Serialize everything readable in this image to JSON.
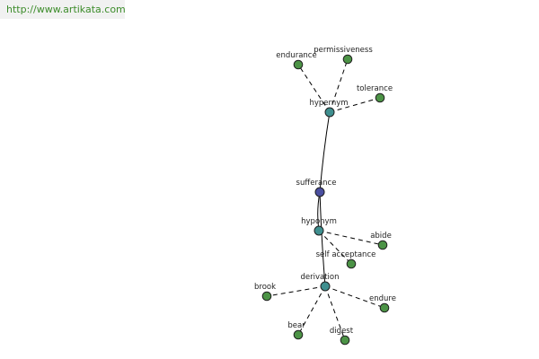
{
  "header": {
    "url": "http://www.artikata.com"
  },
  "colors": {
    "center_node": "#4a4fa0",
    "relation_node": "#3f8f8f",
    "word_node": "#4c9346"
  },
  "graph": {
    "nodes": [
      {
        "id": "sufferance",
        "label": "sufferance",
        "kind": "center"
      },
      {
        "id": "hypernym",
        "label": "hypernym",
        "kind": "relation"
      },
      {
        "id": "hyponym",
        "label": "hyponym",
        "kind": "relation"
      },
      {
        "id": "derivation",
        "label": "derivation",
        "kind": "relation"
      },
      {
        "id": "endurance",
        "label": "endurance",
        "kind": "word"
      },
      {
        "id": "permissiveness",
        "label": "permissiveness",
        "kind": "word"
      },
      {
        "id": "tolerance",
        "label": "tolerance",
        "kind": "word"
      },
      {
        "id": "abide",
        "label": "abide",
        "kind": "word"
      },
      {
        "id": "self-acceptance",
        "label": "self acceptance",
        "kind": "word"
      },
      {
        "id": "brook",
        "label": "brook",
        "kind": "word"
      },
      {
        "id": "endure",
        "label": "endure",
        "kind": "word"
      },
      {
        "id": "bear",
        "label": "bear",
        "kind": "word"
      },
      {
        "id": "digest",
        "label": "digest",
        "kind": "word"
      }
    ],
    "edges": [
      {
        "from": "sufferance",
        "to": "hypernym",
        "style": "solid"
      },
      {
        "from": "sufferance",
        "to": "hyponym",
        "style": "solid"
      },
      {
        "from": "sufferance",
        "to": "derivation",
        "style": "solid"
      },
      {
        "from": "hypernym",
        "to": "endurance",
        "style": "dashed"
      },
      {
        "from": "hypernym",
        "to": "permissiveness",
        "style": "dashed"
      },
      {
        "from": "hypernym",
        "to": "tolerance",
        "style": "dashed"
      },
      {
        "from": "hyponym",
        "to": "abide",
        "style": "dashed"
      },
      {
        "from": "hyponym",
        "to": "self-acceptance",
        "style": "dashed"
      },
      {
        "from": "derivation",
        "to": "brook",
        "style": "dashed"
      },
      {
        "from": "derivation",
        "to": "endure",
        "style": "dashed"
      },
      {
        "from": "derivation",
        "to": "bear",
        "style": "dashed"
      },
      {
        "from": "derivation",
        "to": "digest",
        "style": "dashed"
      }
    ]
  }
}
